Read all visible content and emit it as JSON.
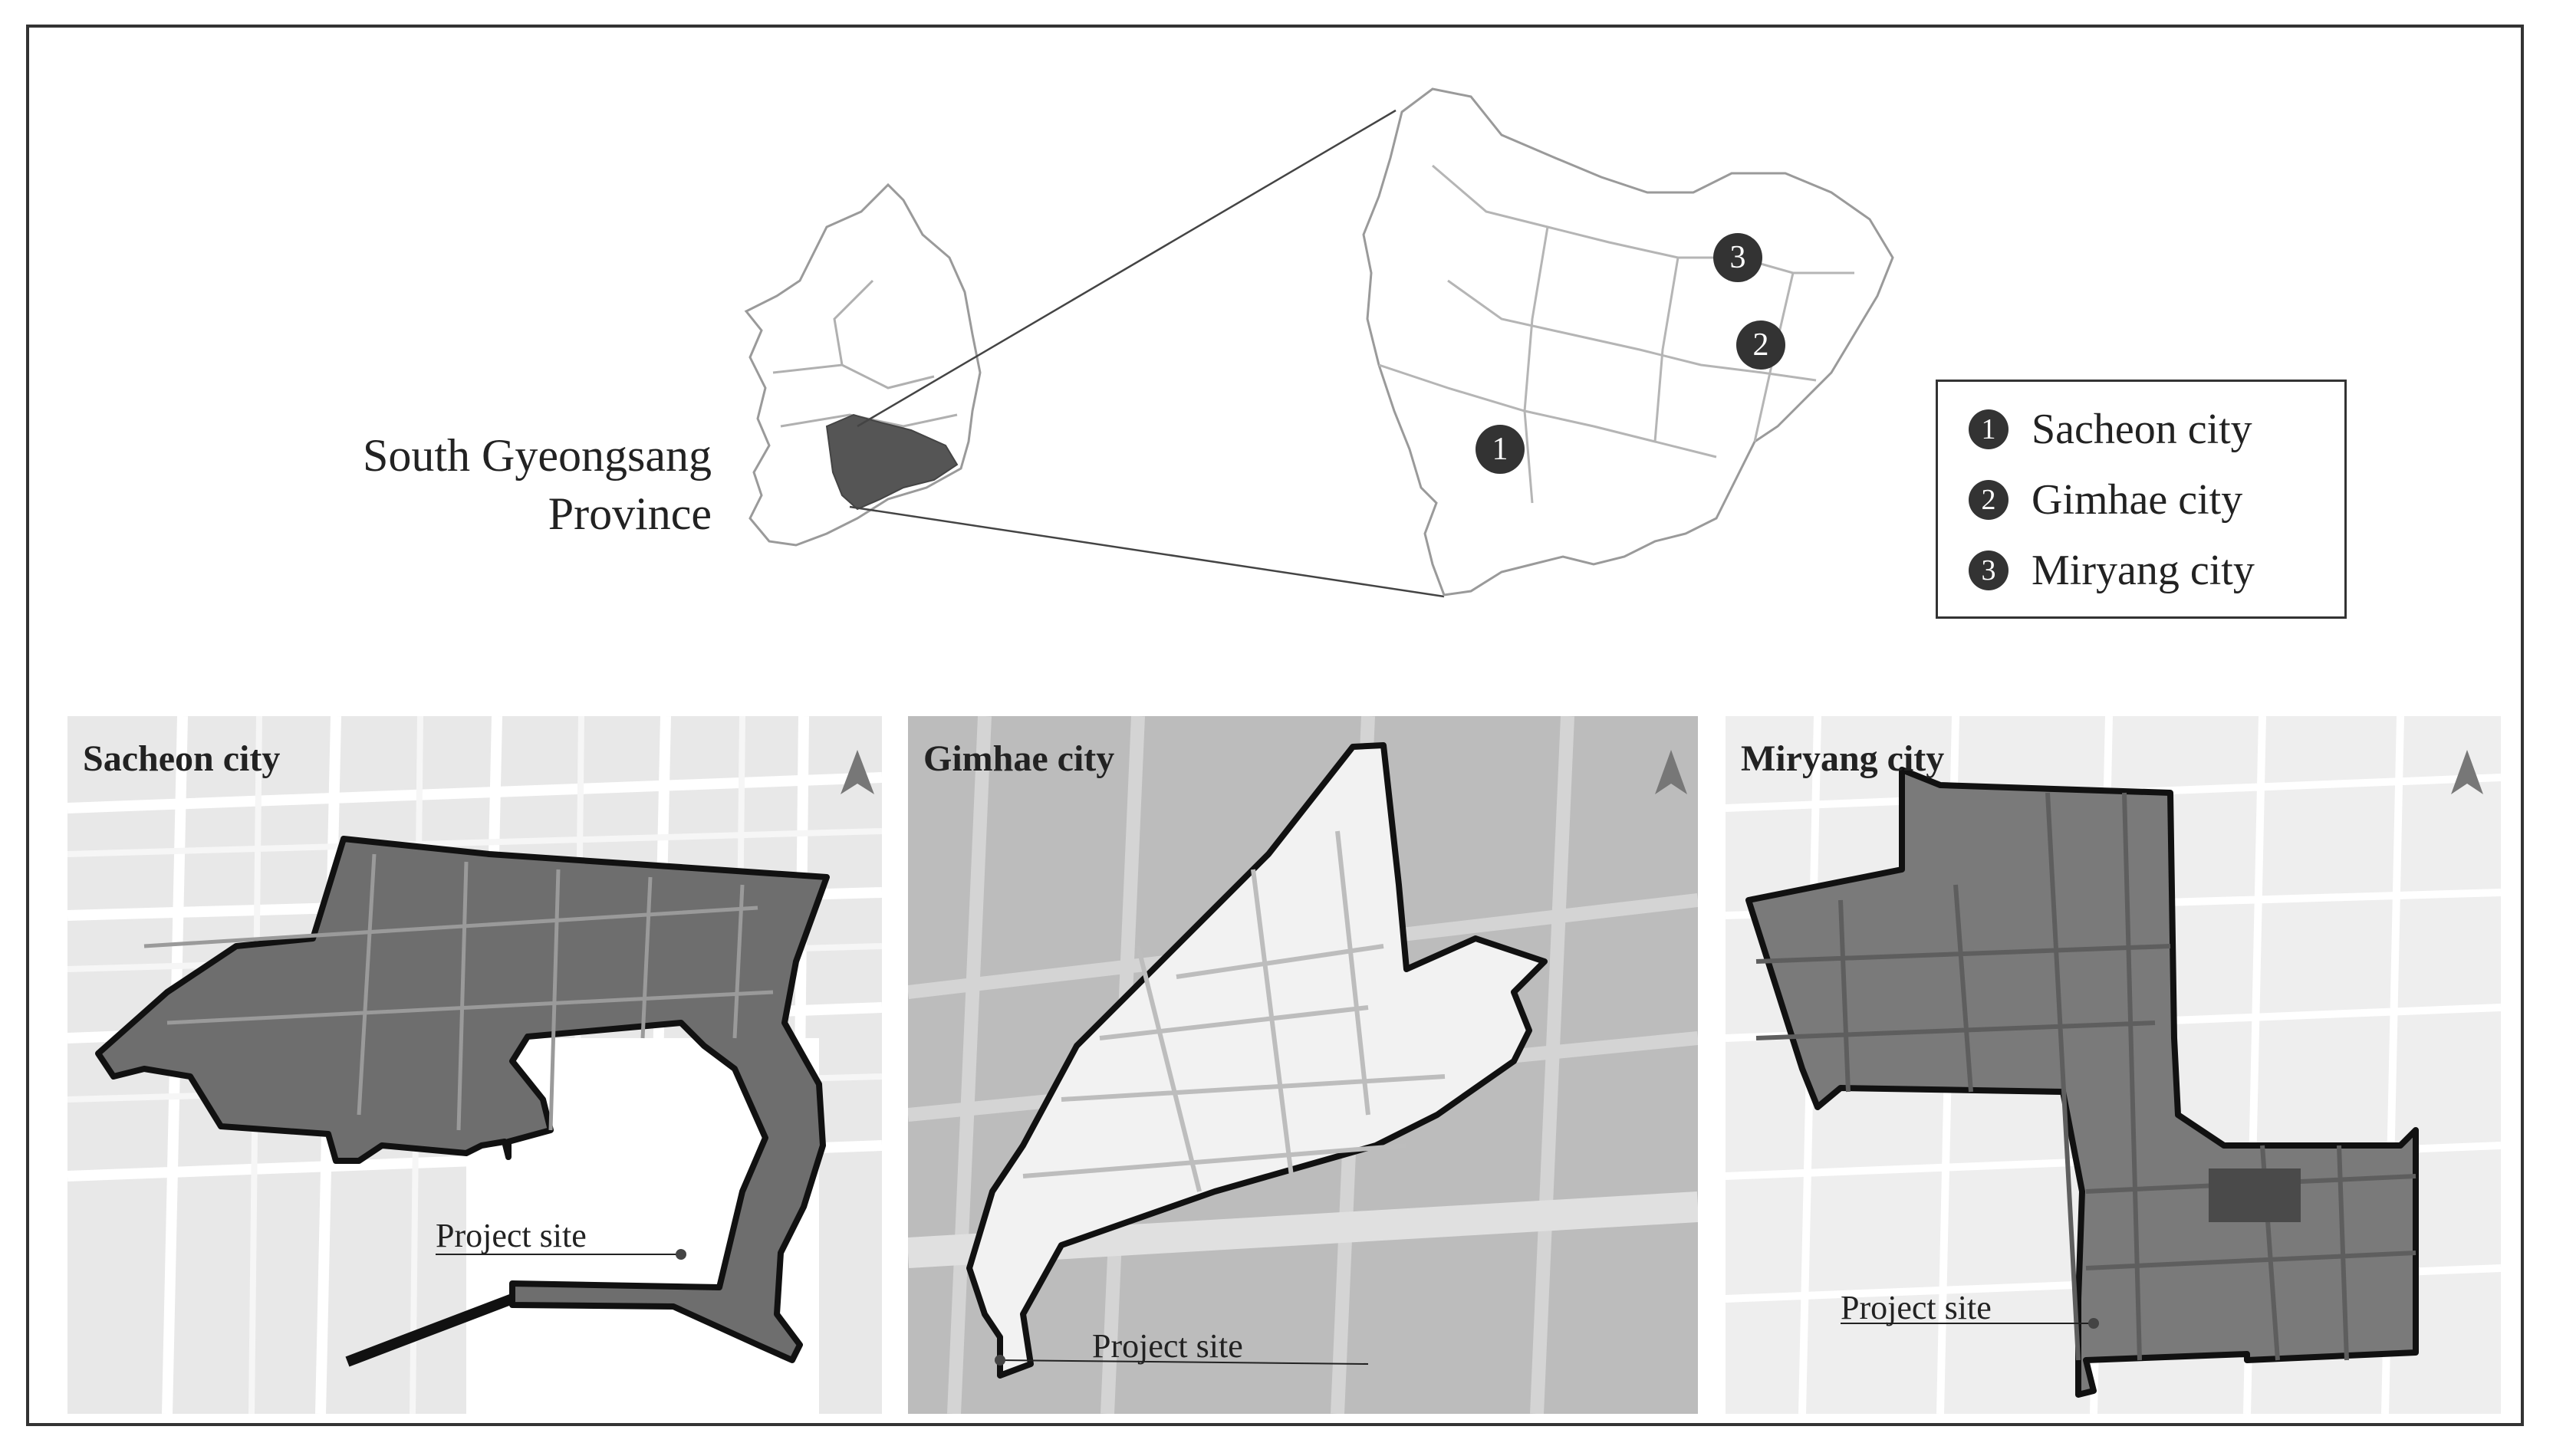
{
  "overview": {
    "region_label_line1": "South Gyeongsang",
    "region_label_line2": "Province",
    "markers": [
      "1",
      "2",
      "3"
    ]
  },
  "legend": {
    "items": [
      {
        "number": "1",
        "label": "Sacheon city"
      },
      {
        "number": "2",
        "label": "Gimhae city"
      },
      {
        "number": "3",
        "label": "Miryang city"
      }
    ]
  },
  "panels": [
    {
      "title": "Sacheon city",
      "site_label": "Project site"
    },
    {
      "title": "Gimhae city",
      "site_label": "Project site"
    },
    {
      "title": "Miryang city",
      "site_label": "Project site"
    }
  ],
  "colors": {
    "site_fill": "#6e6e6e",
    "outline": "#111111",
    "map_background": "#e6e6e6",
    "satellite_background": "#bdbdbd"
  }
}
